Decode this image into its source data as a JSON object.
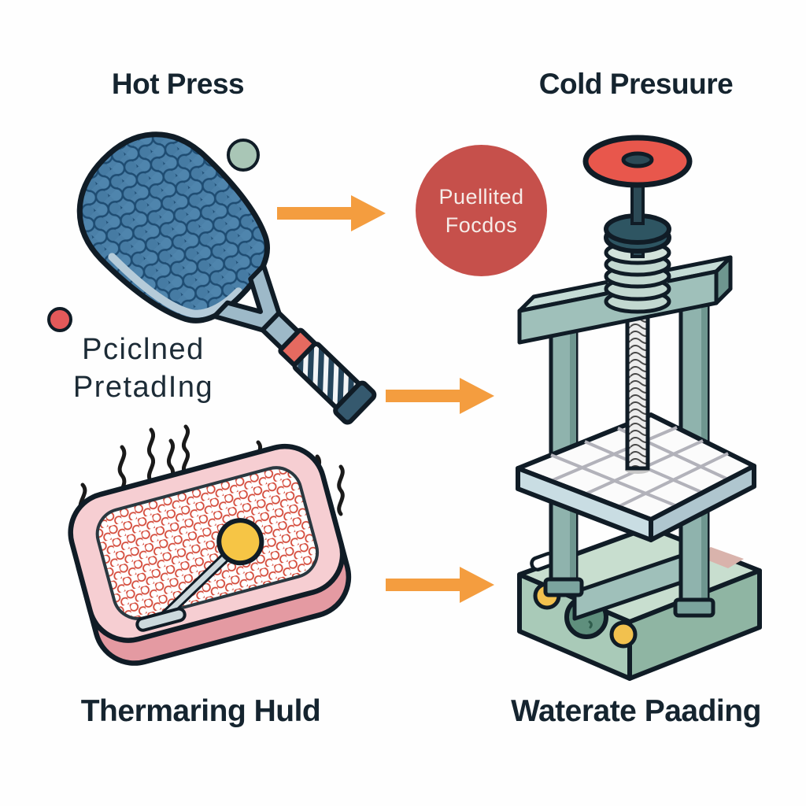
{
  "diagram": {
    "top_left_label": "Hot Press",
    "top_right_label": "Cold Presuure",
    "bottom_left_label": "Thermaring Huld",
    "bottom_right_label": "Waterate Paading",
    "annotation": {
      "line1": "Pciclned",
      "line2": "PretadIng"
    },
    "bubble": {
      "line1": "Puellited",
      "line2": "Focdos"
    },
    "icons": {
      "paddle": "pickleball-paddle-illustration",
      "press": "screw-press-machine-illustration",
      "tray": "heated-mold-tray-illustration",
      "arrow": "right-flow-arrow",
      "steam": "heat-squiggle-lines"
    },
    "colors": {
      "title_text": "#15242f",
      "arrow_orange": "#f49d3f",
      "bubble_red": "#c6504b",
      "bubble_text": "#f6ece8",
      "paddle_face_blue": "#4b80a8",
      "paddle_edge_light": "#b5cbd9",
      "grip_navy": "#24455c",
      "band_red": "#e56a60",
      "accent_green_circle": "#a9c6b6",
      "accent_red_circle": "#e4595a",
      "machine_teal": "#8fb3ad",
      "machine_base_green": "#a9cab8",
      "knob_yellow": "#f2c14e",
      "hand_wheel_red": "#e8574c",
      "tray_pink": "#f6ced2",
      "tray_side_pink": "#e49aa2",
      "tray_pattern_red": "#d44a3a",
      "ball_yellow": "#f6c545"
    }
  }
}
